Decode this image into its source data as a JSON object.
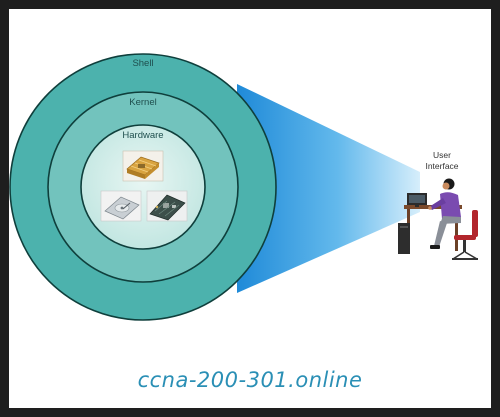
{
  "diagram": {
    "layers": {
      "shell": "Shell",
      "kernel": "Kernel",
      "hardware": "Hardware"
    },
    "user_interface": {
      "line1": "User",
      "line2": "Interface"
    },
    "colors": {
      "shell_fill": "#4cb2ad",
      "kernel_fill": "#72c3bd",
      "hardware_fill": "#bfe5e0",
      "ring_stroke": "#0f3f3c",
      "beam": "#2b95dc"
    },
    "icons": [
      "cpu-processor-icon",
      "hard-drive-icon",
      "motherboard-icon",
      "computer-user-icon"
    ]
  },
  "watermark": "ccna-200-301.online"
}
